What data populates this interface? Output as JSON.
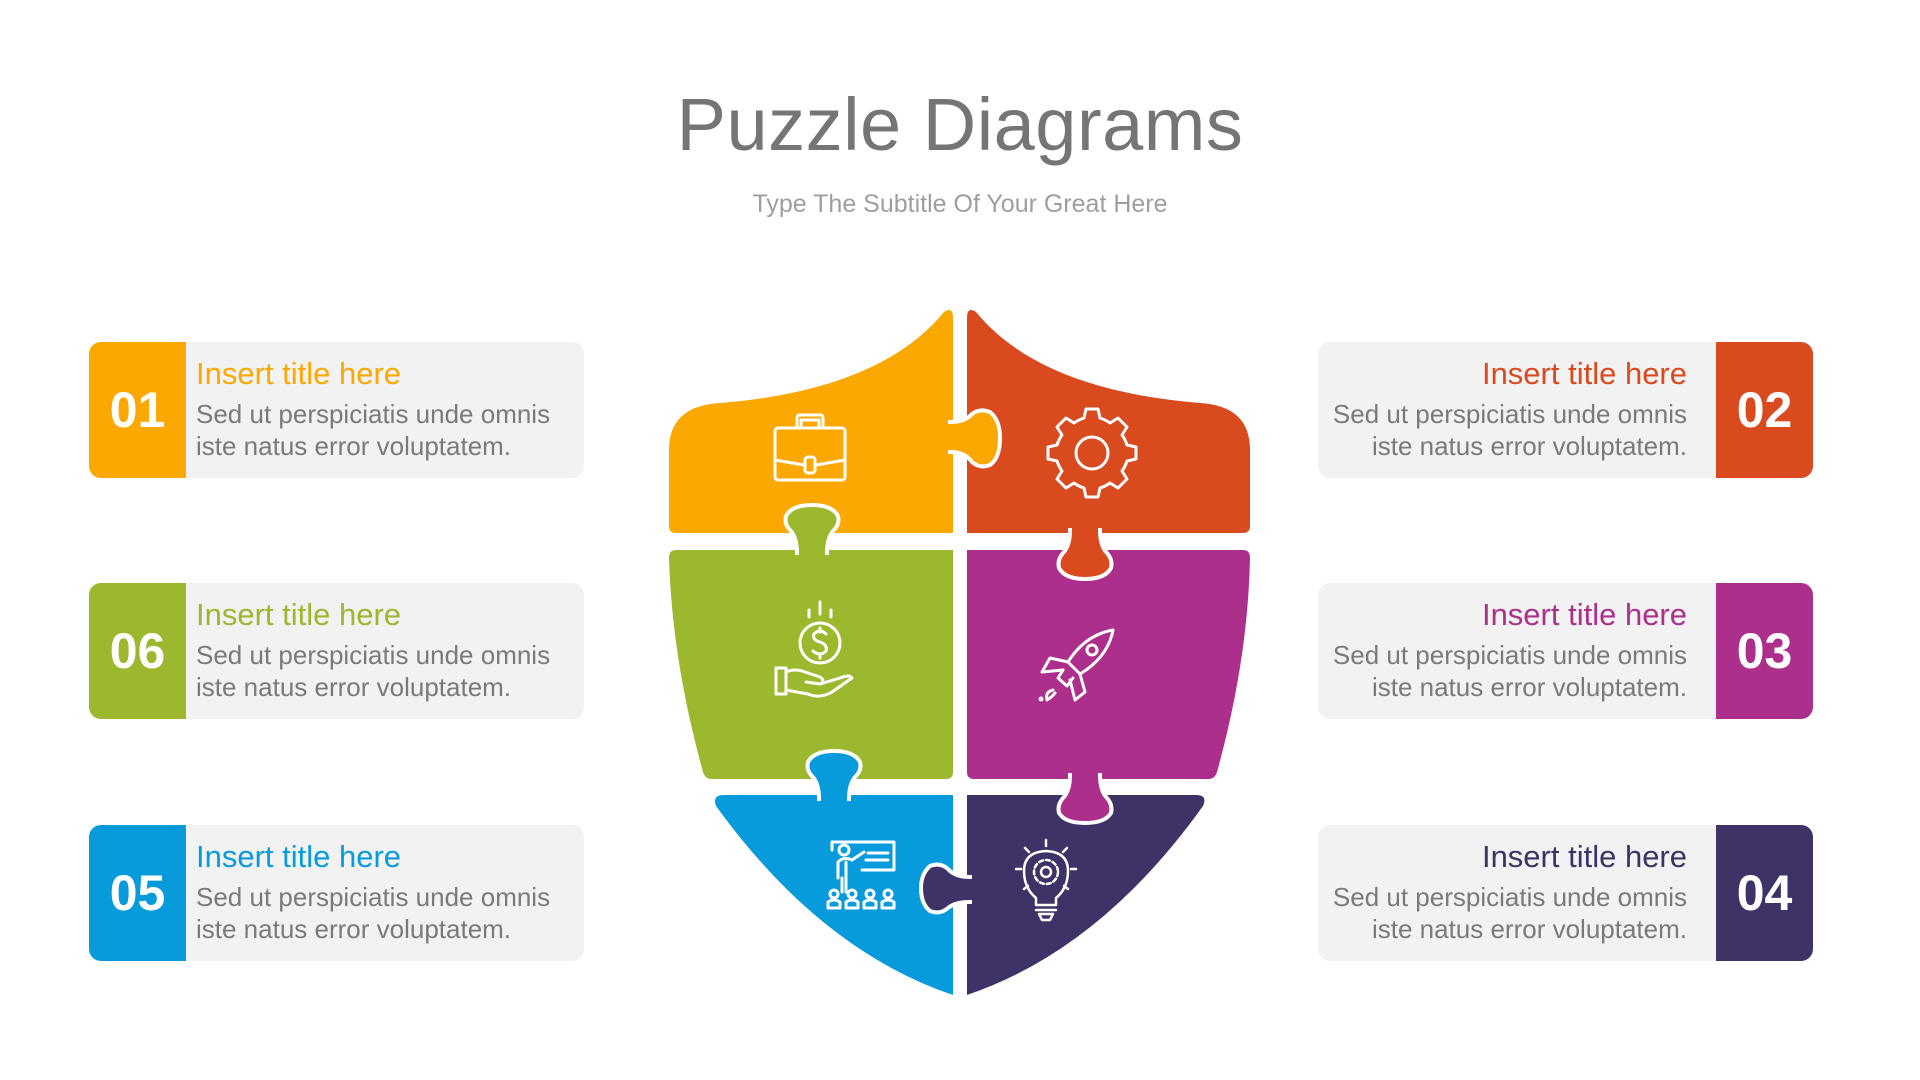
{
  "header": {
    "title": "Puzzle Diagrams",
    "subtitle": "Type The Subtitle Of Your Great Here"
  },
  "colors": {
    "orange_yellow": "#FBA802",
    "red_orange": "#DA4A1F",
    "magenta": "#AC2F8B",
    "dark_purple": "#3F3266",
    "sky_blue": "#089BDC",
    "lime_green": "#9CB82F",
    "card_bg": "#F2F2F2",
    "title_gray": "#757575",
    "body_gray": "#7A7A7A"
  },
  "cards": [
    {
      "number": "01",
      "title": "Insert title here",
      "line1": "Sed ut perspiciatis unde omnis",
      "line2": "iste natus error voluptatem.",
      "side": "left",
      "color": "#FBA802"
    },
    {
      "number": "02",
      "title": "Insert title here",
      "line1": "Sed ut perspiciatis unde omnis",
      "line2": "iste natus error voluptatem.",
      "side": "right",
      "color": "#DA4A1F"
    },
    {
      "number": "03",
      "title": "Insert title here",
      "line1": "Sed ut perspiciatis unde omnis",
      "line2": "iste natus error voluptatem.",
      "side": "right",
      "color": "#AC2F8B"
    },
    {
      "number": "04",
      "title": "Insert title here",
      "line1": "Sed ut perspiciatis unde omnis",
      "line2": "iste natus error voluptatem.",
      "side": "right",
      "color": "#3F3266"
    },
    {
      "number": "05",
      "title": "Insert title here",
      "line1": "Sed ut perspiciatis unde omnis",
      "line2": "iste natus error voluptatem.",
      "side": "left",
      "color": "#089BDC"
    },
    {
      "number": "06",
      "title": "Insert title here",
      "line1": "Sed ut perspiciatis unde omnis",
      "line2": "iste natus error voluptatem.",
      "side": "left",
      "color": "#9CB82F"
    }
  ],
  "shield": {
    "pieces": [
      {
        "id": "01",
        "icon": "briefcase-icon",
        "color": "#FBA802"
      },
      {
        "id": "02",
        "icon": "gear-icon",
        "color": "#DA4A1F"
      },
      {
        "id": "03",
        "icon": "rocket-icon",
        "color": "#AC2F8B"
      },
      {
        "id": "04",
        "icon": "lightbulb-gear-icon",
        "color": "#3F3266"
      },
      {
        "id": "05",
        "icon": "presentation-icon",
        "color": "#089BDC"
      },
      {
        "id": "06",
        "icon": "money-hand-icon",
        "color": "#9CB82F"
      }
    ]
  }
}
